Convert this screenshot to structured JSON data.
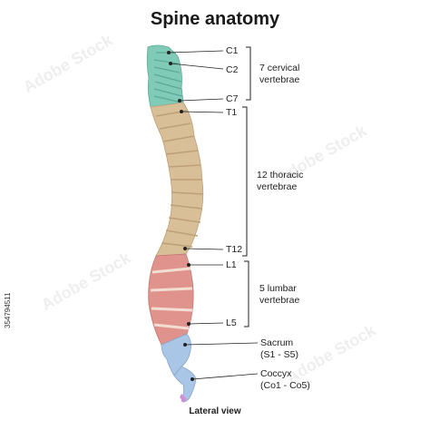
{
  "title": "Spine anatomy",
  "caption": "Lateral view",
  "side_text": "354794511",
  "labels": {
    "c1": "C1",
    "c2": "C2",
    "c7": "C7",
    "t1": "T1",
    "t12": "T12",
    "l1": "L1",
    "l5": "L5",
    "sacrum_1": "Sacrum",
    "sacrum_2": "(S1 - S5)",
    "coccyx_1": "Coccyx",
    "coccyx_2": "(Co1 - Co5)"
  },
  "groups": {
    "cervical_1": "7 cervical",
    "cervical_2": "vertebrae",
    "thoracic_1": "12 thoracic",
    "thoracic_2": "vertebrae",
    "lumbar_1": "5 lumbar",
    "lumbar_2": "vertebrae"
  },
  "colors": {
    "cervical": "#7fcbb8",
    "thoracic": "#d9bf97",
    "lumbar": "#e0938c",
    "sacrum": "#a9c6e6",
    "coccyx": "#cf8fd0",
    "lines": "#222222"
  }
}
